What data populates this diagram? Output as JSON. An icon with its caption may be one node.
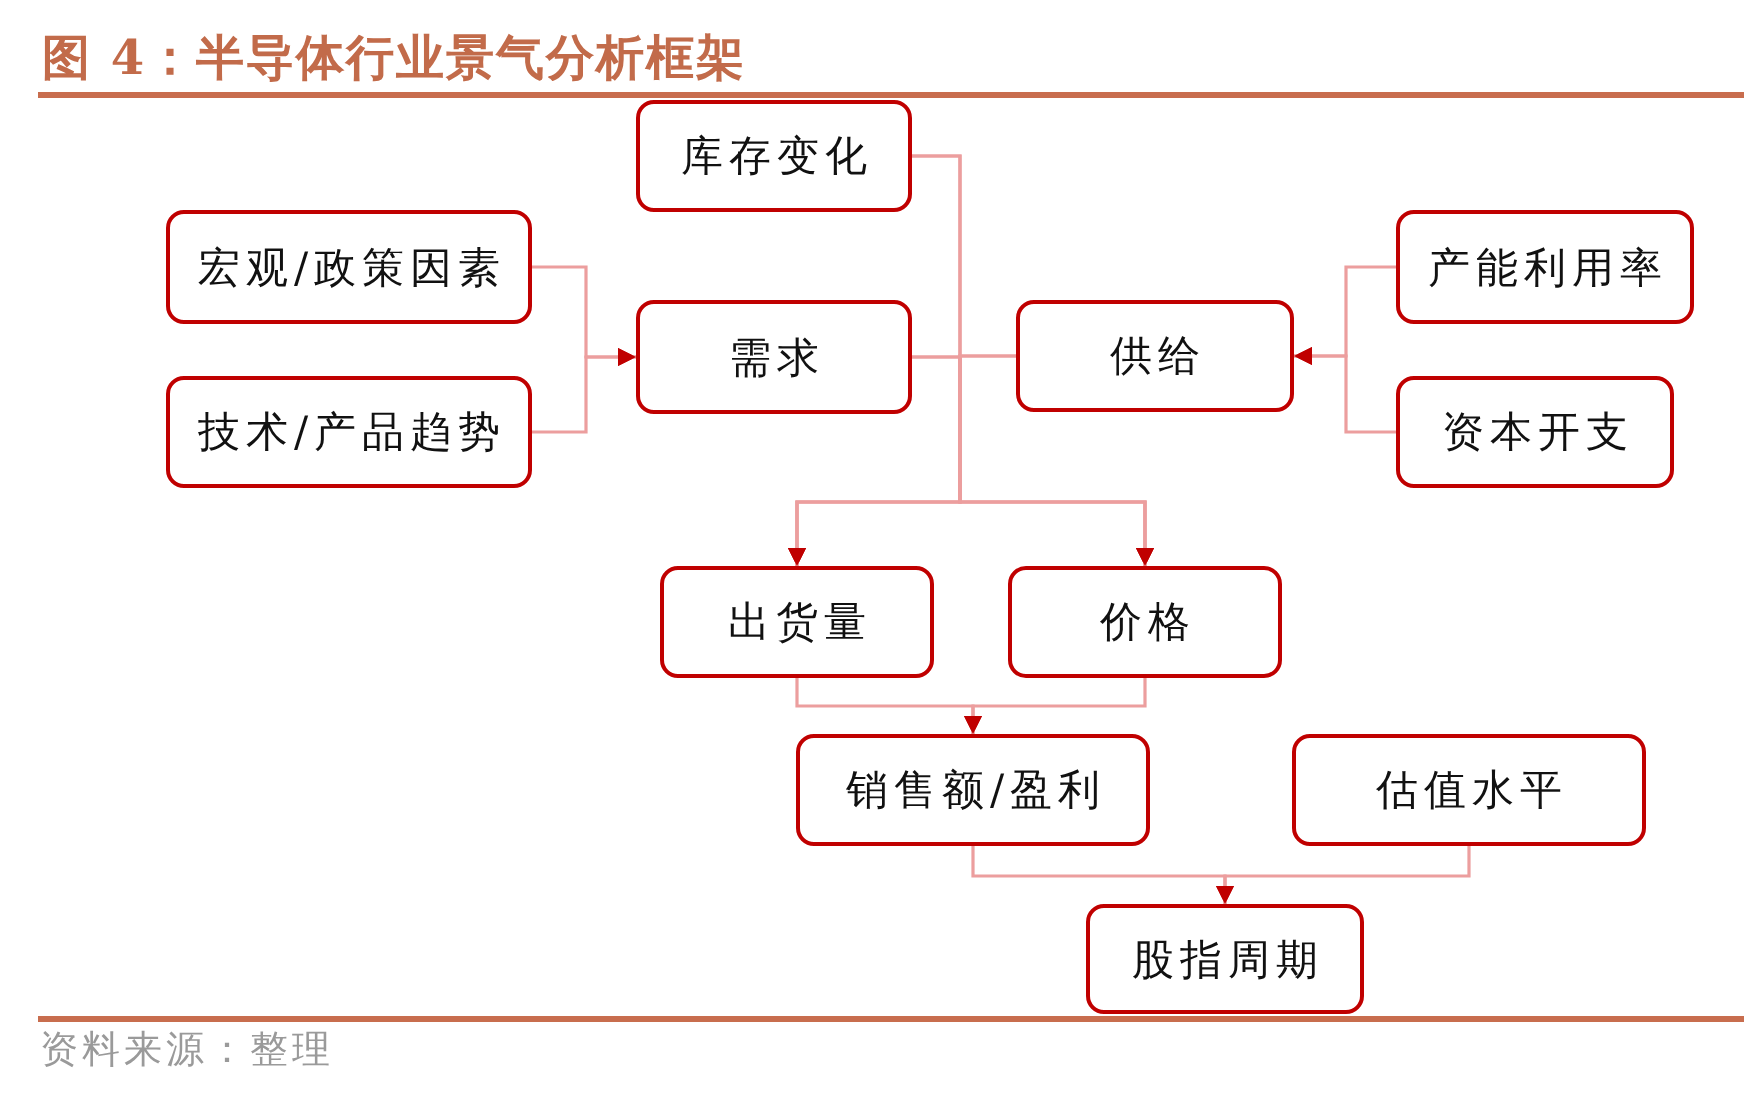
{
  "diagram": {
    "title": "图 4：半导体行业景气分析框架",
    "nodes": [
      {
        "text": [
          "库存变化"
        ]
      },
      {
        "text": [
          "宏观/政策因素"
        ]
      },
      {
        "text": [
          "产能利用率"
        ]
      },
      {
        "text": [
          "需求"
        ]
      },
      {
        "text": [
          "供给"
        ]
      },
      {
        "text": [
          "技术/产品趋势"
        ]
      },
      {
        "text": [
          "资本开支"
        ]
      },
      {
        "text": [
          "出货量"
        ]
      },
      {
        "text": [
          "价格"
        ]
      },
      {
        "text": [
          "销售额/盈利"
        ]
      },
      {
        "text": [
          "估值水平"
        ]
      },
      {
        "text": [
          "股指周期"
        ]
      }
    ],
    "edges": [
      {
        "from": 1,
        "to": 3,
        "arrow": "to"
      },
      {
        "from": 5,
        "to": 3,
        "arrow": "to"
      },
      {
        "from": 2,
        "to": 4,
        "arrow": "to"
      },
      {
        "from": 6,
        "to": 4,
        "arrow": "to"
      },
      {
        "from": 0,
        "to": 7,
        "arrow": "to"
      },
      {
        "from": 0,
        "to": 8,
        "arrow": "to"
      },
      {
        "from": 3,
        "to": 7,
        "arrow": "to"
      },
      {
        "from": 3,
        "to": 8,
        "arrow": "to"
      },
      {
        "from": 4,
        "to": 7,
        "arrow": "to"
      },
      {
        "from": 4,
        "to": 8,
        "arrow": "to"
      },
      {
        "from": 7,
        "to": 9,
        "arrow": "to"
      },
      {
        "from": 8,
        "to": 9,
        "arrow": "to"
      },
      {
        "from": 9,
        "to": 11,
        "arrow": "to"
      },
      {
        "from": 10,
        "to": 11,
        "arrow": "to"
      }
    ],
    "labels": [
      "资料来源：整理"
    ]
  }
}
